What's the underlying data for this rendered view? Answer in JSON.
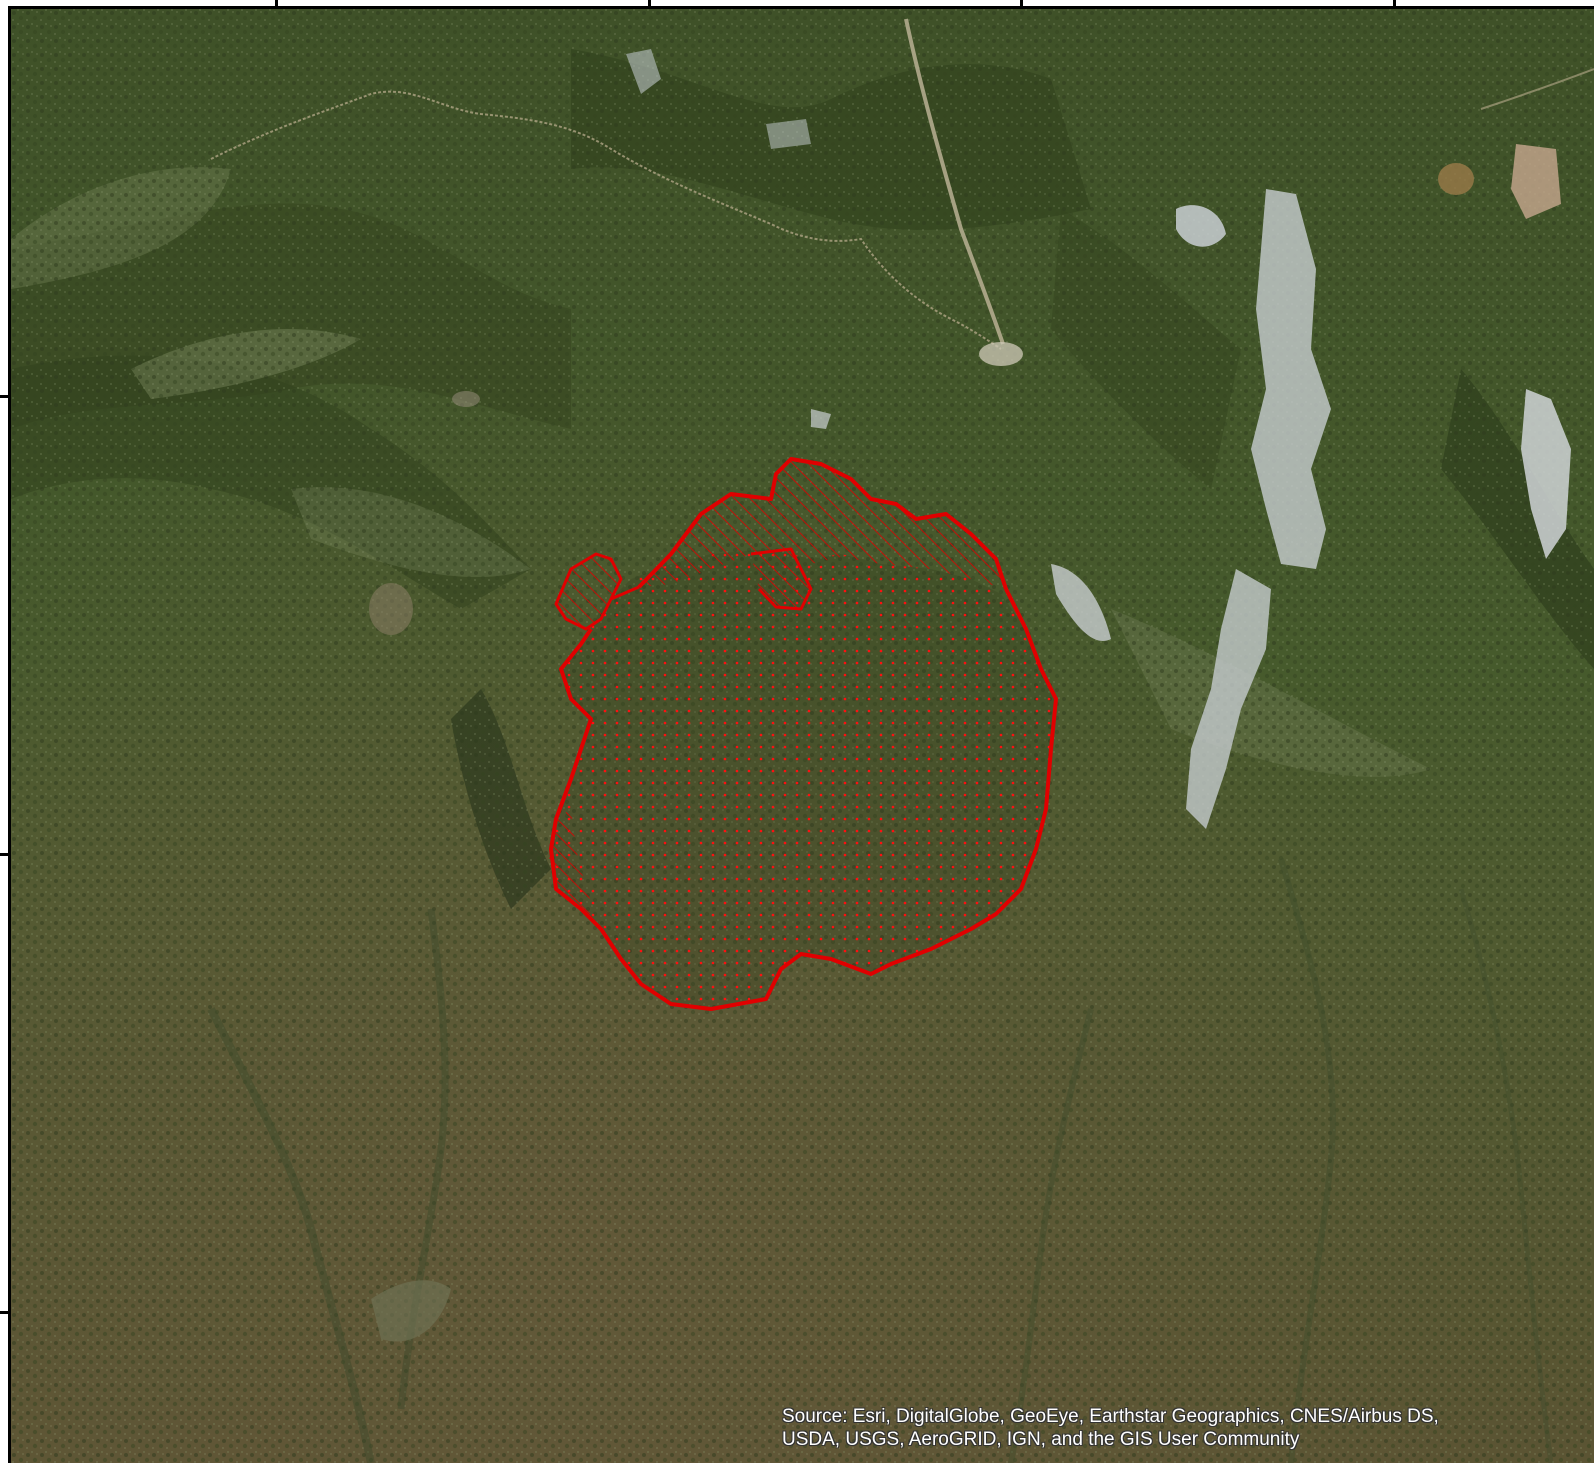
{
  "map": {
    "basemap": "satellite imagery",
    "colors": {
      "boundary": "#e00000",
      "hatch": "#e00000",
      "dots": "#ff1010",
      "forest_dark": "#3a4a26",
      "forest_mid": "#4c5f30",
      "valley": "#5a5232",
      "rock": "#c9cfd2"
    },
    "legend_features": [
      {
        "name": "dotted-area",
        "fill": "dot-pattern"
      },
      {
        "name": "hatched-area",
        "fill": "diagonal-hatch"
      }
    ]
  },
  "attribution": {
    "line1": "Source: Esri, DigitalGlobe, GeoEye, Earthstar Geographics, CNES/Airbus DS,",
    "line2": "USDA, USGS, AeroGRID, IGN, and the GIS User Community"
  }
}
